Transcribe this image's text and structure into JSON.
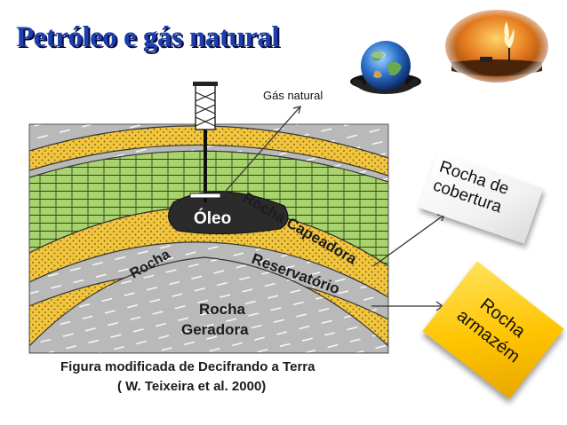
{
  "title": "Petróleo e gás natural",
  "diagram": {
    "gas_label": "Gás natural",
    "oil_label": "Óleo",
    "cap_rock_label": "Rocha Capeadora",
    "reservoir_label": "Reservatório",
    "rock_left_label": "Rocha",
    "source_rock_line1": "Rocha",
    "source_rock_line2": "Geradora",
    "caption_line1": "Figura modificada de Decifrando a Terra",
    "caption_line2": "( W. Teixeira et al. 2000)"
  },
  "callouts": {
    "cover_rock": "Rocha de\ncobertura",
    "storage_rock": "Rocha\narmazém"
  },
  "colors": {
    "title": "#1a3fae",
    "gray_rock": "#b9b9b9",
    "yellow_rock": "#f2c53d",
    "green_rock": "#a9d36e",
    "oil": "#2b2b2b",
    "storage_box": "#ffc400"
  },
  "icons": [
    "globe-icon",
    "gas-flare-photo",
    "drilling-rig-icon"
  ]
}
